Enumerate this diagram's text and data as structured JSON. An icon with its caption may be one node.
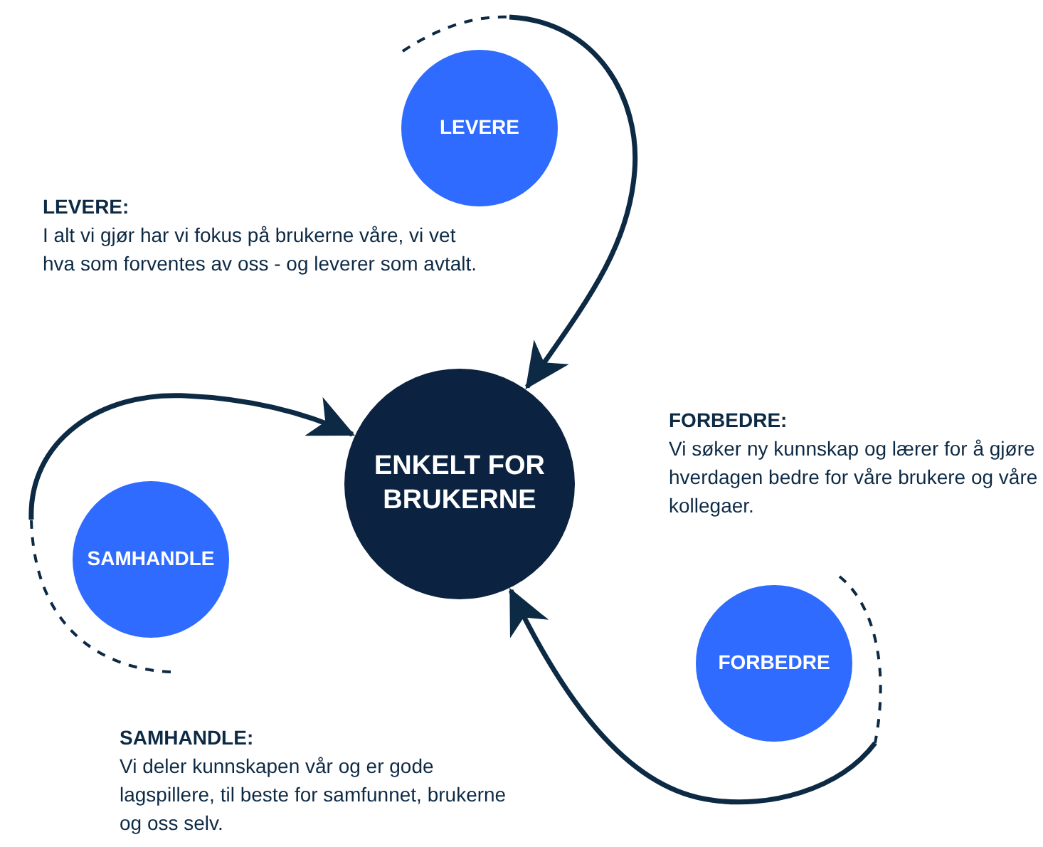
{
  "diagram": {
    "nodes": [
      {
        "text": [
          "ENKELT FOR BRUKERNE"
        ]
      },
      {
        "text": [
          "LEVERE"
        ]
      },
      {
        "text": [
          "SAMHANDLE"
        ]
      },
      {
        "text": [
          "FORBEDRE"
        ]
      }
    ],
    "edges": [
      {
        "from": 1,
        "to": 0,
        "arrow": "to"
      },
      {
        "from": 2,
        "to": 0,
        "arrow": "to"
      },
      {
        "from": 3,
        "to": 0,
        "arrow": "to"
      }
    ],
    "labels": [
      "LEVERE:",
      "I alt vi gjør har vi fokus på brukerne våre, vi vet hva som forventes av oss - og leverer som avtalt.",
      "FORBEDRE:",
      "Vi søker ny kunnskap og lærer for å gjøre hverdagen bedre for våre brukere og våre kollegaer.",
      "SAMHANDLE:",
      "Vi deler kunnskapen vår og er gode lagspillere, til beste for samfunnet, brukerne og oss selv."
    ]
  }
}
